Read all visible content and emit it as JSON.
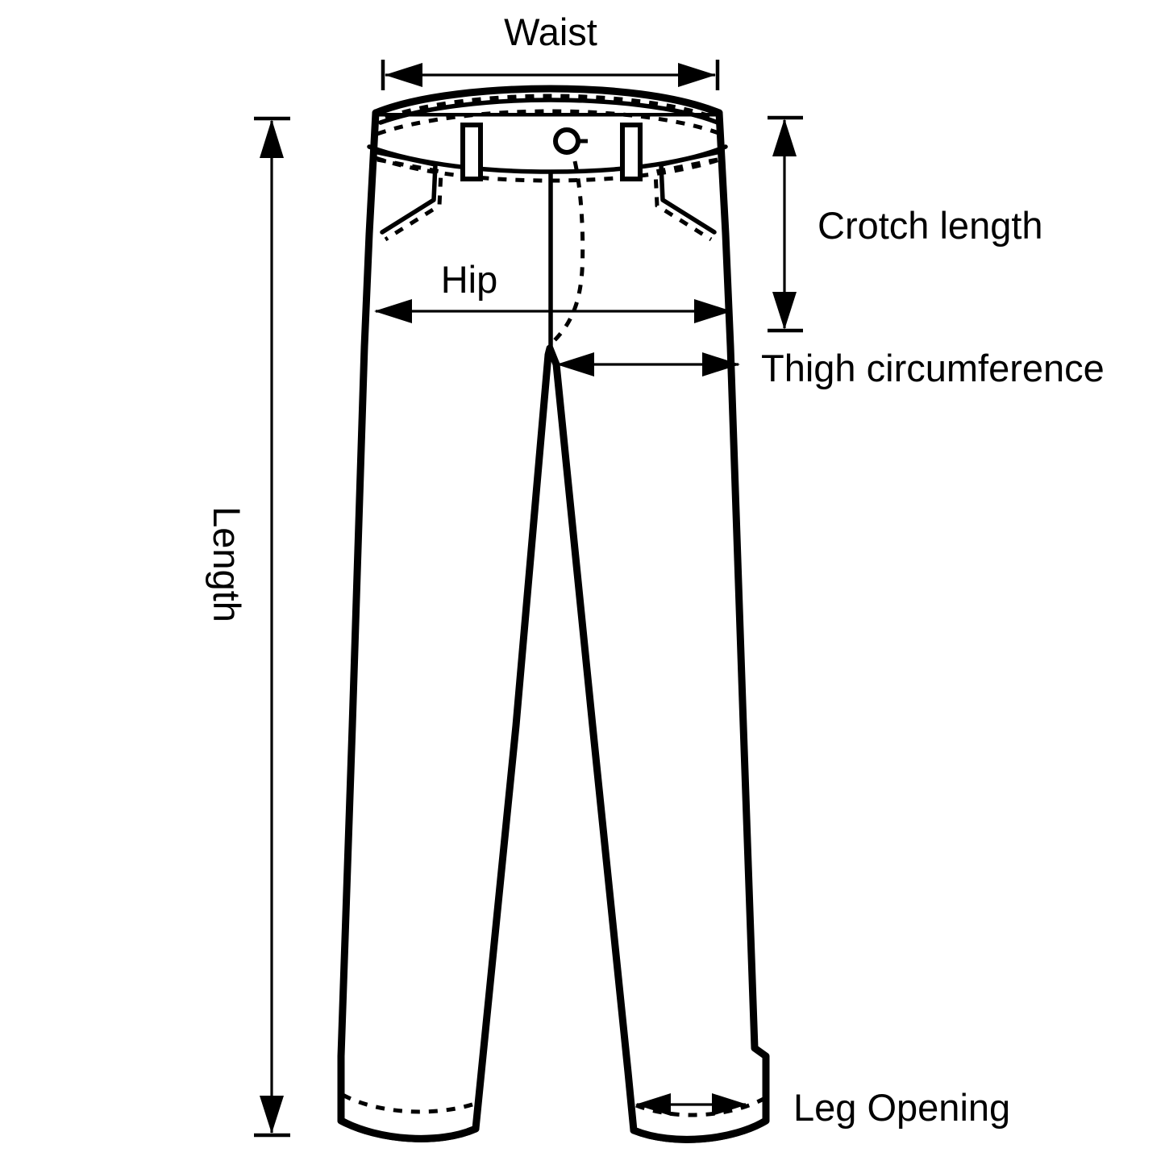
{
  "diagram": {
    "title": "Pants measurement diagram",
    "subject": "trousers-technical-flat",
    "background_color": "#ffffff",
    "line_color": "#000000"
  },
  "labels": {
    "waist": "Waist",
    "crotch_length": "Crotch length",
    "hip": "Hip",
    "thigh_circumference": "Thigh circumference",
    "length": "Length",
    "leg_opening": "Leg Opening"
  },
  "measurements": [
    {
      "id": "waist",
      "label": "Waist",
      "orientation": "horizontal",
      "arrow": "double",
      "label_position": "above"
    },
    {
      "id": "crotch-length",
      "label": "Crotch length",
      "orientation": "vertical",
      "arrow": "double",
      "label_position": "right"
    },
    {
      "id": "hip",
      "label": "Hip",
      "orientation": "horizontal",
      "arrow": "double",
      "label_position": "above-left"
    },
    {
      "id": "thigh-circumference",
      "label": "Thigh circumference",
      "orientation": "horizontal",
      "arrow": "double",
      "label_position": "right"
    },
    {
      "id": "length",
      "label": "Length",
      "orientation": "vertical",
      "arrow": "double",
      "label_position": "left-rotated"
    },
    {
      "id": "leg-opening",
      "label": "Leg Opening",
      "orientation": "horizontal",
      "arrow": "double",
      "label_position": "right"
    }
  ],
  "garment_parts": [
    "waistband",
    "belt-loop-left",
    "belt-loop-right",
    "button",
    "fly-seam",
    "pocket-left",
    "pocket-right",
    "left-leg",
    "right-leg",
    "hem-left",
    "hem-right"
  ]
}
